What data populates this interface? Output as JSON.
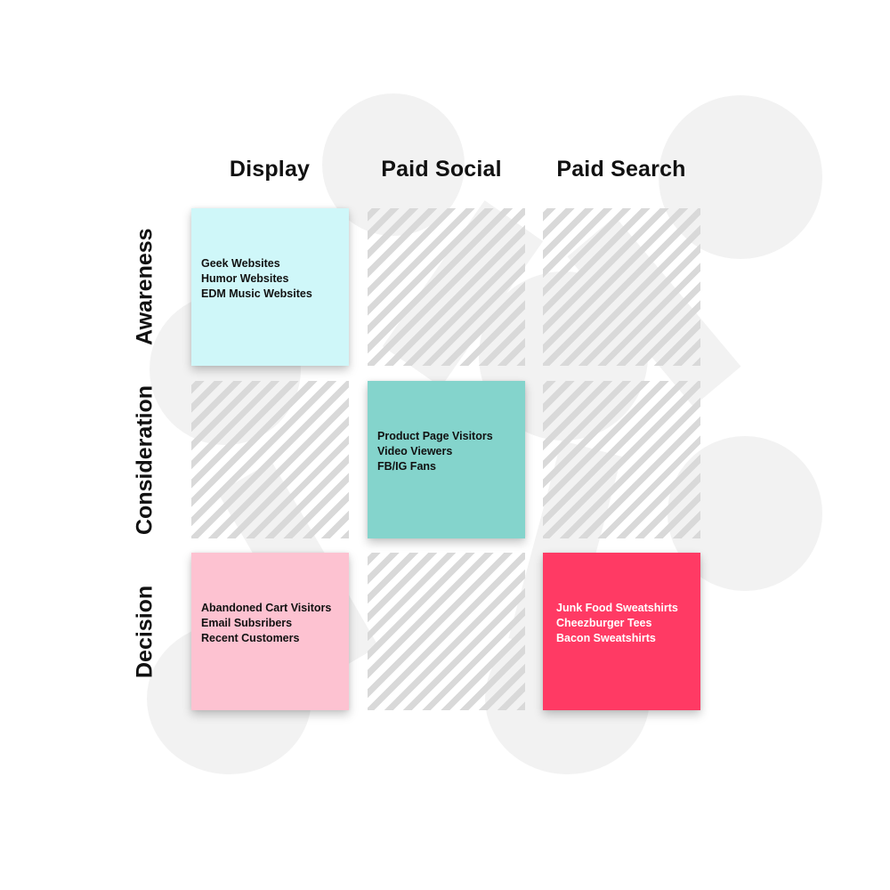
{
  "columns": [
    {
      "label": "Display"
    },
    {
      "label": "Paid Social"
    },
    {
      "label": "Paid Search"
    }
  ],
  "rows": [
    {
      "label": "Awareness"
    },
    {
      "label": "Consideration"
    },
    {
      "label": "Decision"
    }
  ],
  "cells": {
    "awareness_display": {
      "color": "#cff7f9",
      "text_color": "#111111",
      "items": [
        "Geek Websites",
        "Humor Websites",
        "EDM Music Websites"
      ]
    },
    "consideration_paid_social": {
      "color": "#84d4cc",
      "text_color": "#111111",
      "items": [
        "Product Page Visitors",
        "Video Viewers",
        "FB/IG Fans"
      ]
    },
    "decision_display": {
      "color": "#fdc2d1",
      "text_color": "#111111",
      "items": [
        "Abandoned Cart Visitors",
        "Email Subsribers",
        "Recent Customers"
      ]
    },
    "decision_paid_search": {
      "color": "#ff3a64",
      "text_color": "#ffffff",
      "items": [
        "Junk Food Sweatshirts",
        "Cheezburger Tees",
        "Bacon Sweatshirts"
      ]
    }
  },
  "empty_cell_pattern": "diagonal-hatch",
  "colors": {
    "hatch": "#d9d9d9",
    "background_shape": "#f2f2f2",
    "heading": "#111111"
  }
}
